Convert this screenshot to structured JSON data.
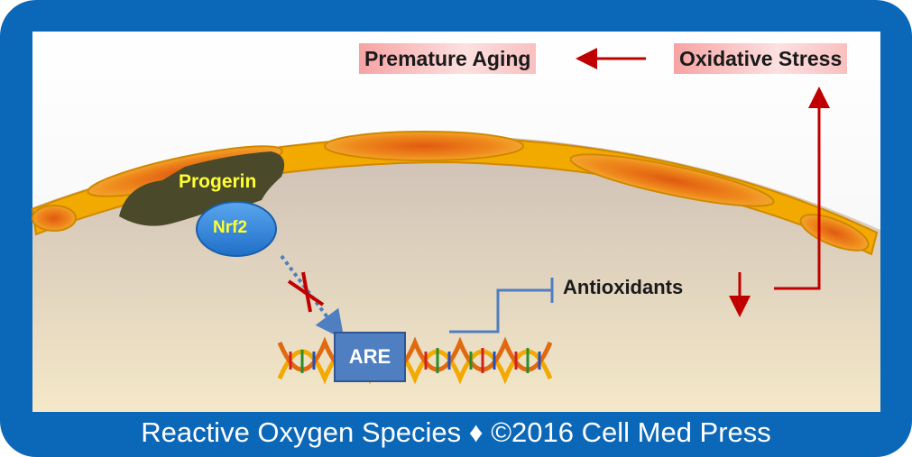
{
  "labels": {
    "premature_aging": "Premature Aging",
    "oxidative_stress": "Oxidative Stress",
    "antioxidants": "Antioxidants",
    "progerin": "Progerin",
    "nrf2": "Nrf2",
    "are": "ARE"
  },
  "footer": {
    "text": "Reactive Oxygen Species ♦ ©2016 Cell Med Press"
  },
  "colors": {
    "frame": "#0b67b8",
    "arrow": "#c00000",
    "membrane_outer": "#f2a900",
    "membrane_inner": "#e06a10",
    "progerin": "#4a4a2a",
    "nrf2": "#2e7fd6",
    "inhibition": "#4f7fc0",
    "label_highlight": "#f7a3a3"
  },
  "icons": [
    "down-arrow-icon",
    "blocked-cross-icon",
    "dna-helix-icon"
  ]
}
